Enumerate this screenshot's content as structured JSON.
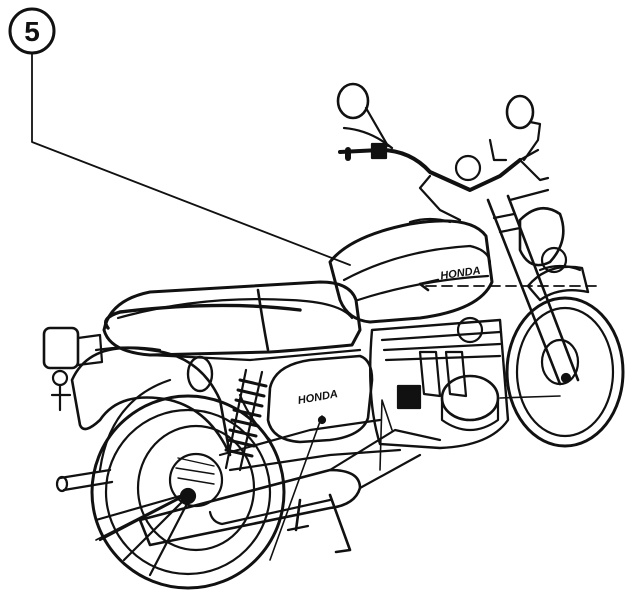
{
  "figure": {
    "callout_number": "5",
    "tank_brand": "HONDA",
    "cover_brand": "HONDA",
    "ink_color": "#111111",
    "paper_color": "#ffffff"
  }
}
